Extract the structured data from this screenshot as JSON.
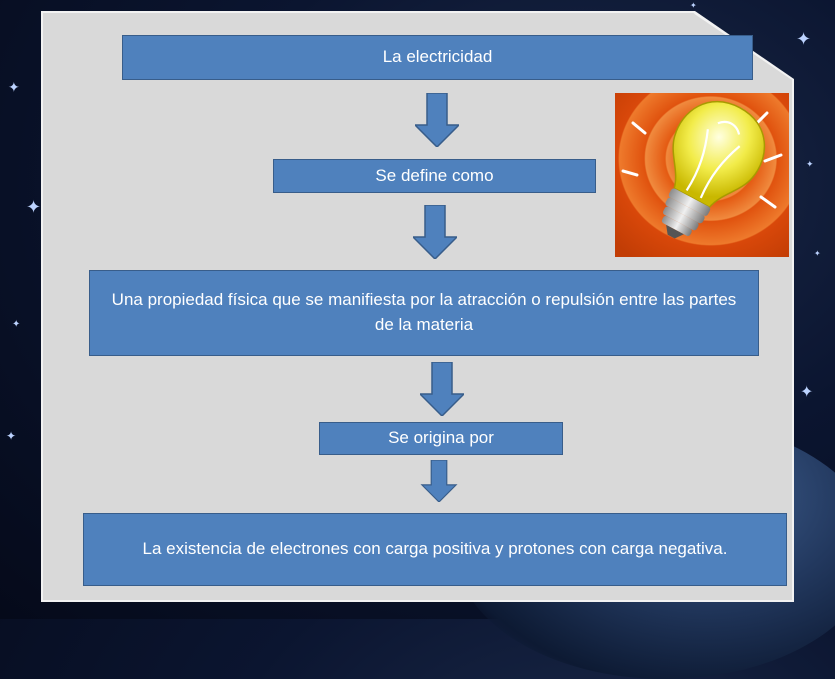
{
  "flowchart": {
    "title": "La electricidad",
    "step1": "Se define como",
    "definition": "Una propiedad física que se manifiesta por la atracción o repulsión  entre las partes de la materia",
    "step2": "Se origina por",
    "origin": "La existencia de electrones con carga positiva y protones con carga negativa."
  },
  "colors": {
    "box_fill": "#4f81bd",
    "box_border": "#385d8a",
    "panel": "#d9d9d9",
    "background": "#0b1530"
  },
  "image": {
    "icon": "light-bulb-icon"
  }
}
